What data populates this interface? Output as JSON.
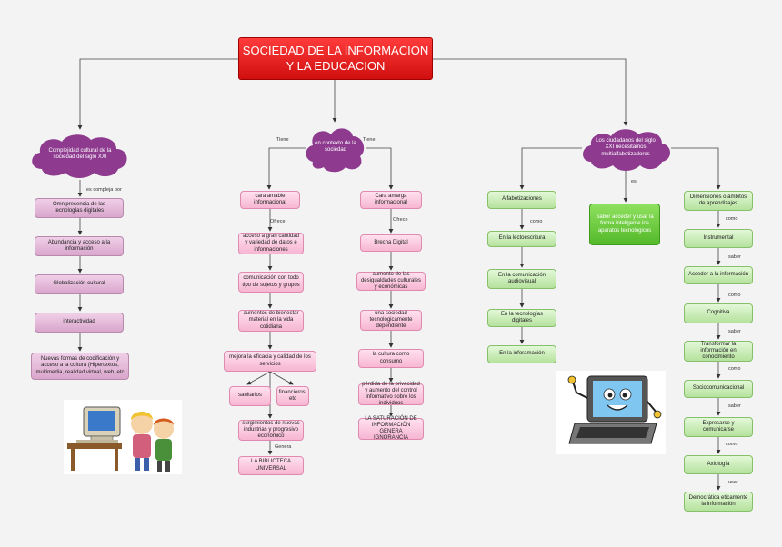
{
  "title": "SOCIEDAD DE LA INFORMACION Y LA EDUCACION",
  "clouds": {
    "left": "Complejidad cultural de la sociedad del siglo XXI",
    "center": "en contexto de la sociedad",
    "right": "Los ciudadanos del siglo XXI necesitamos multialfabetizadores"
  },
  "colors": {
    "title": "#e51c1c",
    "cloud": "#8d3a8f",
    "mauve": "#dcaad0",
    "pink": "#f7bcd6",
    "green": "#c7ebb2",
    "dark_green": "#5cc12f"
  },
  "left_column": {
    "label": "es compleja por",
    "items": [
      "Omnipresencia de las tecnologías digitales",
      "Abundancia y acceso a la información",
      "Globalización cultural",
      "interactividad",
      "Nuevas formas de codificación y acceso a la cultura (Hipertextos, multimedia, realidad virtual, web, etc"
    ]
  },
  "center_left": {
    "branch_label": "Tiene",
    "head": "cara amable informacional",
    "offers_label": "Ofrece",
    "items": [
      "acceso a gran cantidad y variedad de datos e informaciones",
      "comunicación con todo tipo de sujetos y grupos",
      "aumentos de bienestar material en la vida cotidiana",
      "mejora la eficacia y calidad de los servicios"
    ],
    "sub_items": [
      "sanitarios",
      "financieros, etc"
    ],
    "after": "surgimientos de nuevas industrias y progresivo económico",
    "genera_label": "Genera",
    "final": "LA BIBLIOTECA UNIVERSAL"
  },
  "center_right": {
    "branch_label": "Tiene",
    "head": "Cara amarga informacional",
    "offers_label": "Ofrece",
    "items": [
      "Brecha Digital",
      "aumento de las desigualdades culturales y económicas",
      "una sociedad tecnológicamente dependiente",
      "la cultura como consumo",
      "pérdida de la privacidad y aumento del control informativo sobre los individuos",
      "LA SATURACIÓN DE INFORMACIÓN GENERA IGNORANCIA"
    ]
  },
  "right_a": {
    "items": [
      "Alfabetizaciones",
      "En la lectoescritura",
      "En la comunicación audiovisual",
      "En la tecnologías digitales",
      "En la inforamación"
    ],
    "label": "como"
  },
  "right_b": {
    "label": "es",
    "item": "Saber acceder y usar la forma inteligente los aparatos tecnológicos"
  },
  "right_c": {
    "items": [
      "Dimensiones o ámbitos de aprendizajes",
      "Instrumental",
      "Acceder a la información",
      "Cognitiva",
      "Transformar la información en conocimiento",
      "Sociocomunicacional",
      "Expresarse y comunicarse",
      "Axiología",
      "Democrática eticamente la información"
    ],
    "labels": [
      "como",
      "saber",
      "como",
      "saber",
      "como",
      "saber",
      "como",
      "usar"
    ]
  },
  "clipart": {
    "kids": "kids-computer-clipart",
    "laptop": "laptop-character-clipart"
  }
}
